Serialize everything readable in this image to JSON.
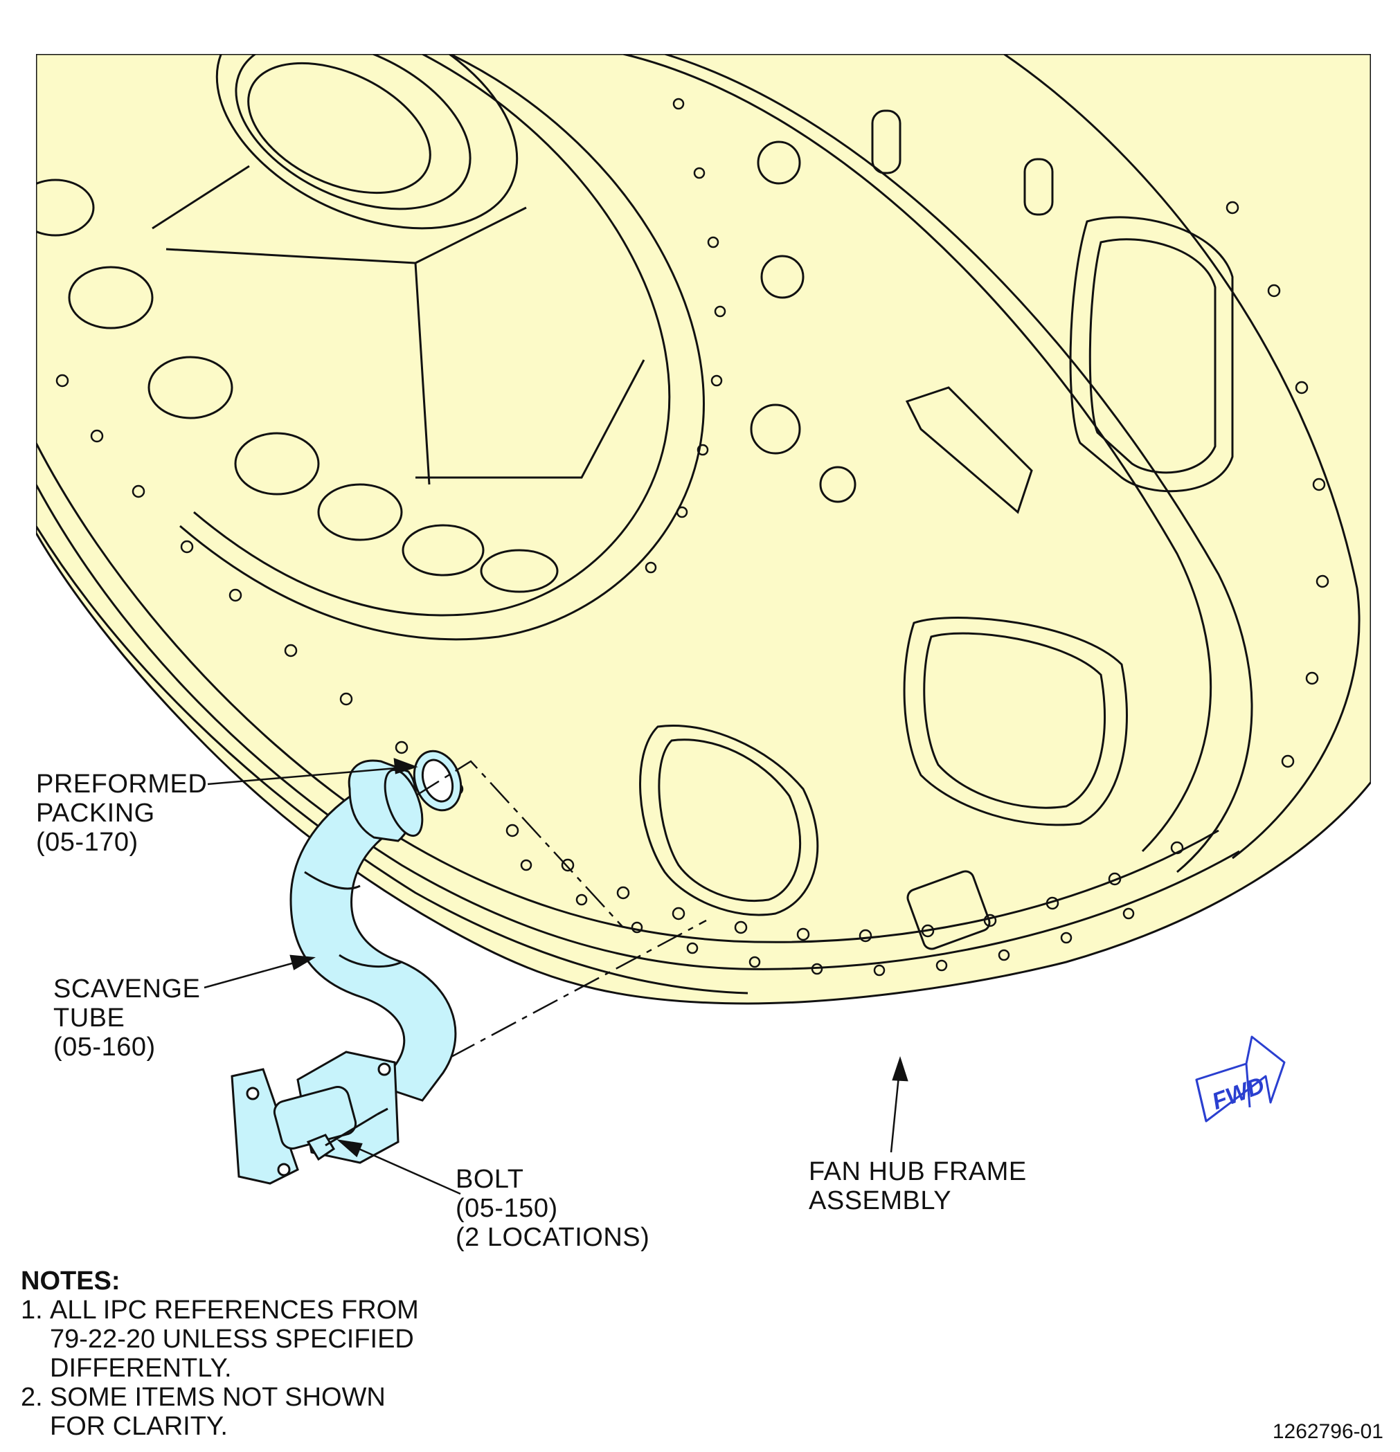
{
  "colors": {
    "frame_fill": "#fcfac8",
    "tube_fill": "#c7f3fb",
    "fwd_blue": "#2a3fd0",
    "line": "#111111"
  },
  "callouts": {
    "packing": {
      "line1": "PREFORMED",
      "line2": "PACKING",
      "line3": "(05-170)"
    },
    "tube": {
      "line1": "SCAVENGE",
      "line2": "TUBE",
      "line3": "(05-160)"
    },
    "bolt": {
      "line1": "BOLT",
      "line2": "(05-150)",
      "line3": "(2 LOCATIONS)"
    },
    "frame": {
      "line1": "FAN HUB FRAME",
      "line2": "ASSEMBLY"
    }
  },
  "fwd_label": "FWD",
  "notes": {
    "title": "NOTES:",
    "items": [
      {
        "num": "1.",
        "text": "ALL IPC REFERENCES FROM 79-22-20 UNLESS SPECIFIED DIFFERENTLY."
      },
      {
        "num": "2.",
        "text": "SOME ITEMS NOT SHOWN FOR CLARITY."
      }
    ]
  },
  "figure_id": "1262796-01"
}
